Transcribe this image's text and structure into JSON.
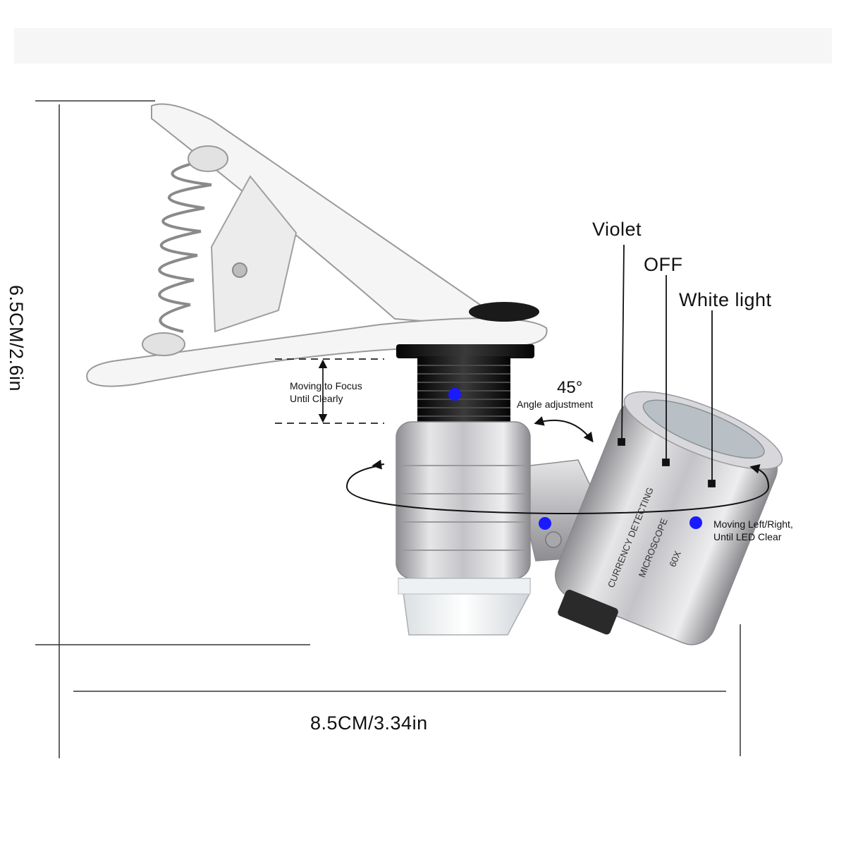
{
  "dimensions": {
    "height": "6.5CM/2.6in",
    "width": "8.5CM/3.34in"
  },
  "switch_labels": {
    "violet": "Violet",
    "off": "OFF",
    "white": "White light"
  },
  "focus_label": {
    "line1": "Moving to Focus",
    "line2": "Until Clearly"
  },
  "angle": {
    "value": "45°",
    "caption": "Angle adjustment"
  },
  "move_label": {
    "line1": "Moving Left/Right,",
    "line2": "Until LED Clear"
  },
  "device_text": {
    "line1": "CURRENCY DETECTING",
    "line2": "MICROSCOPE",
    "line3": "60X"
  },
  "colors": {
    "marker": "#1a1aff",
    "body_silver": "#c9c9cc",
    "clip_white": "#f4f4f4"
  }
}
